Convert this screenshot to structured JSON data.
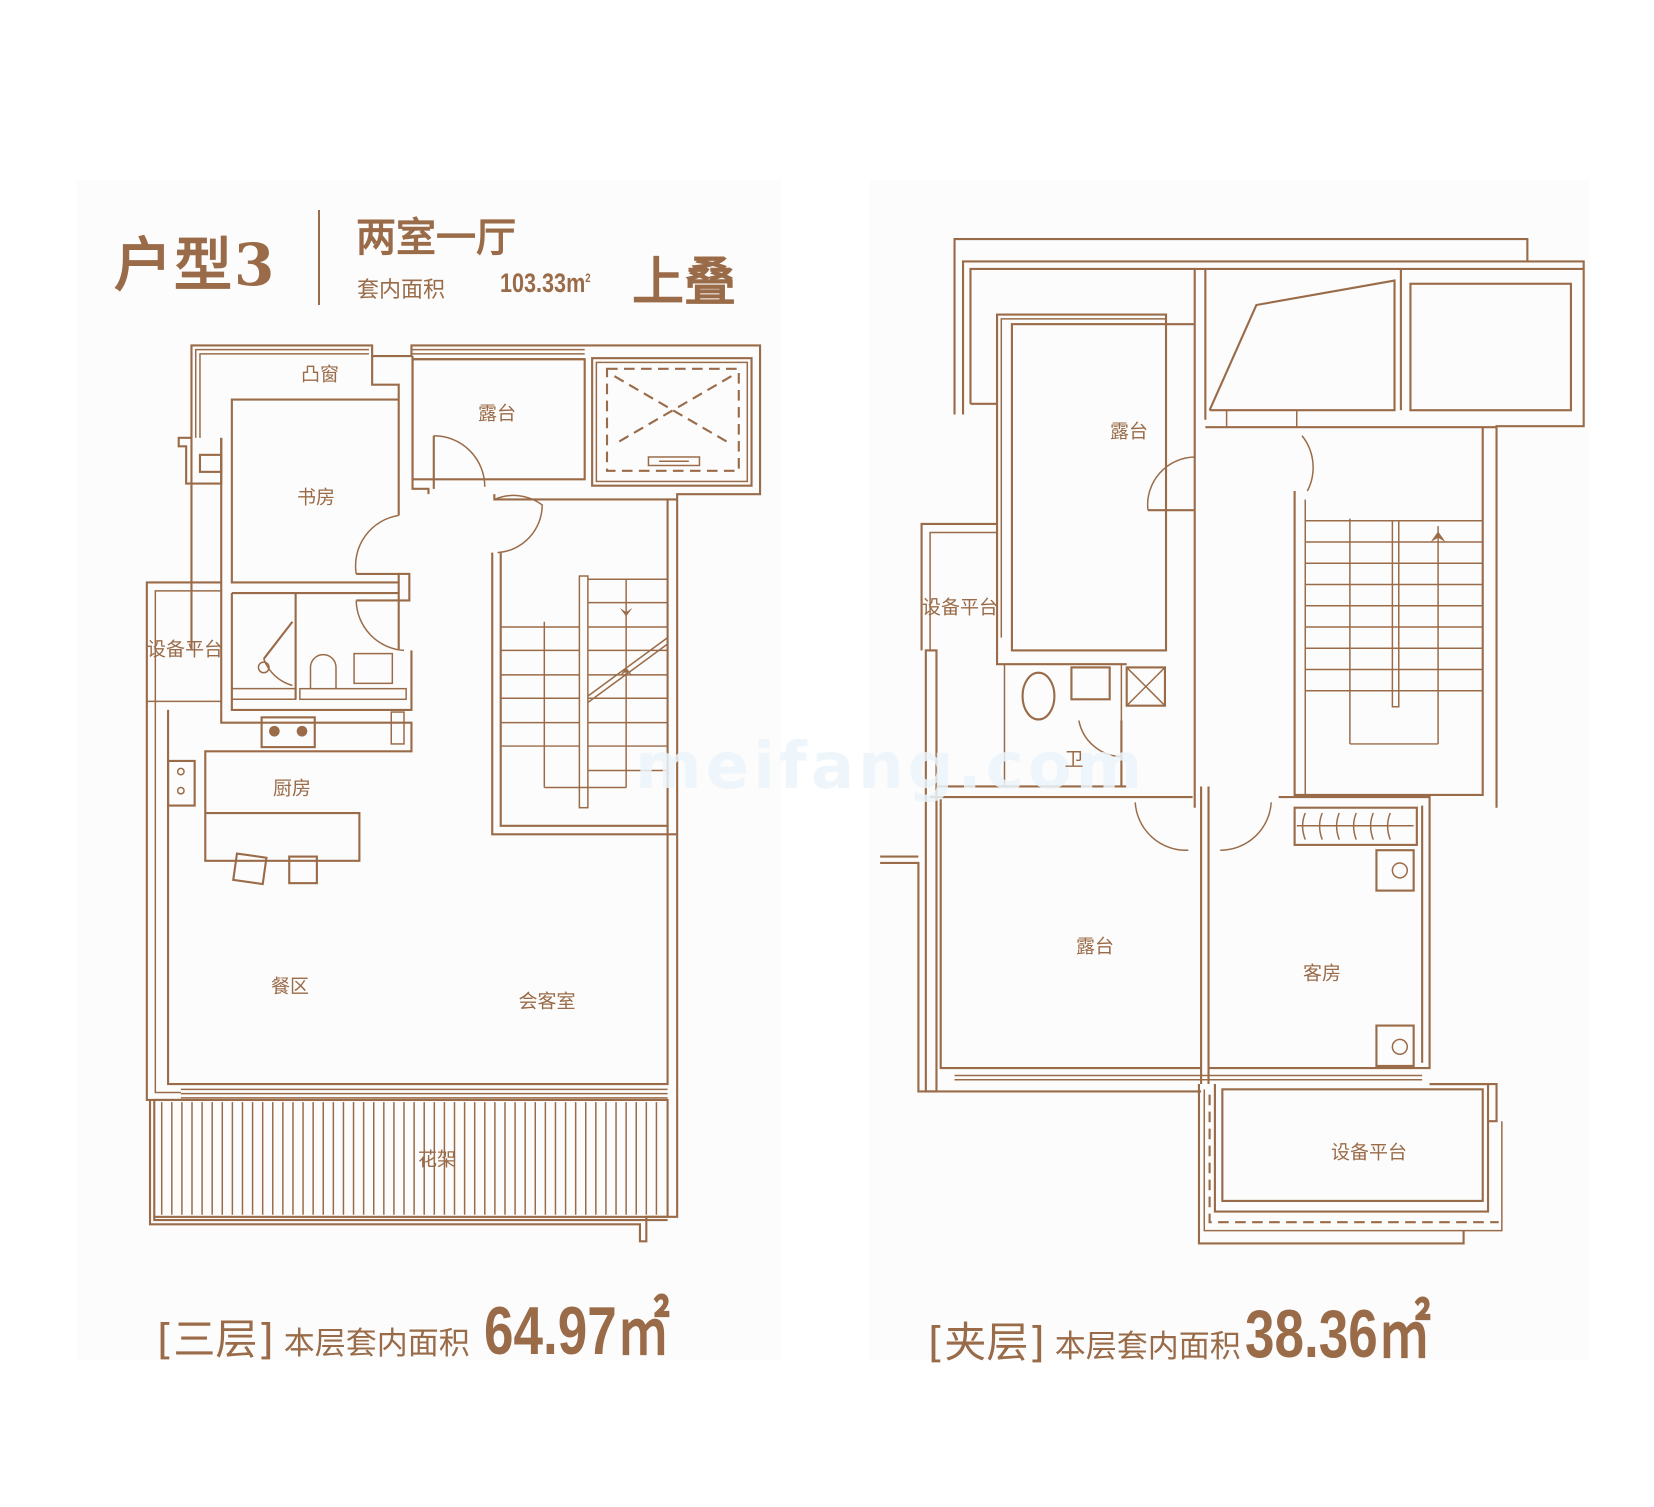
{
  "header": {
    "unit_type": "户型3",
    "layout": "两室一厅",
    "area_label": "套内面积",
    "area_value": "103.33m",
    "area_unit_sup": "2",
    "stack_type": "上叠"
  },
  "floors": [
    {
      "bracket_label": "[三层]",
      "area_desc": "本层套内面积",
      "area_value": "64.97㎡",
      "rooms": [
        "凸窗",
        "露台",
        "书房",
        "设备平台",
        "厨房",
        "餐区",
        "会客室",
        "花架"
      ]
    },
    {
      "bracket_label": "[夹层]",
      "area_desc": "本层套内面积",
      "area_value": "38.36㎡",
      "rooms": [
        "露台",
        "设备平台",
        "卫",
        "露台",
        "客房",
        "设备平台"
      ]
    }
  ],
  "watermark": "meifang.com",
  "colors": {
    "line": "#9a6b48",
    "background": "#ffffff",
    "panel": "#fcfcfc"
  }
}
